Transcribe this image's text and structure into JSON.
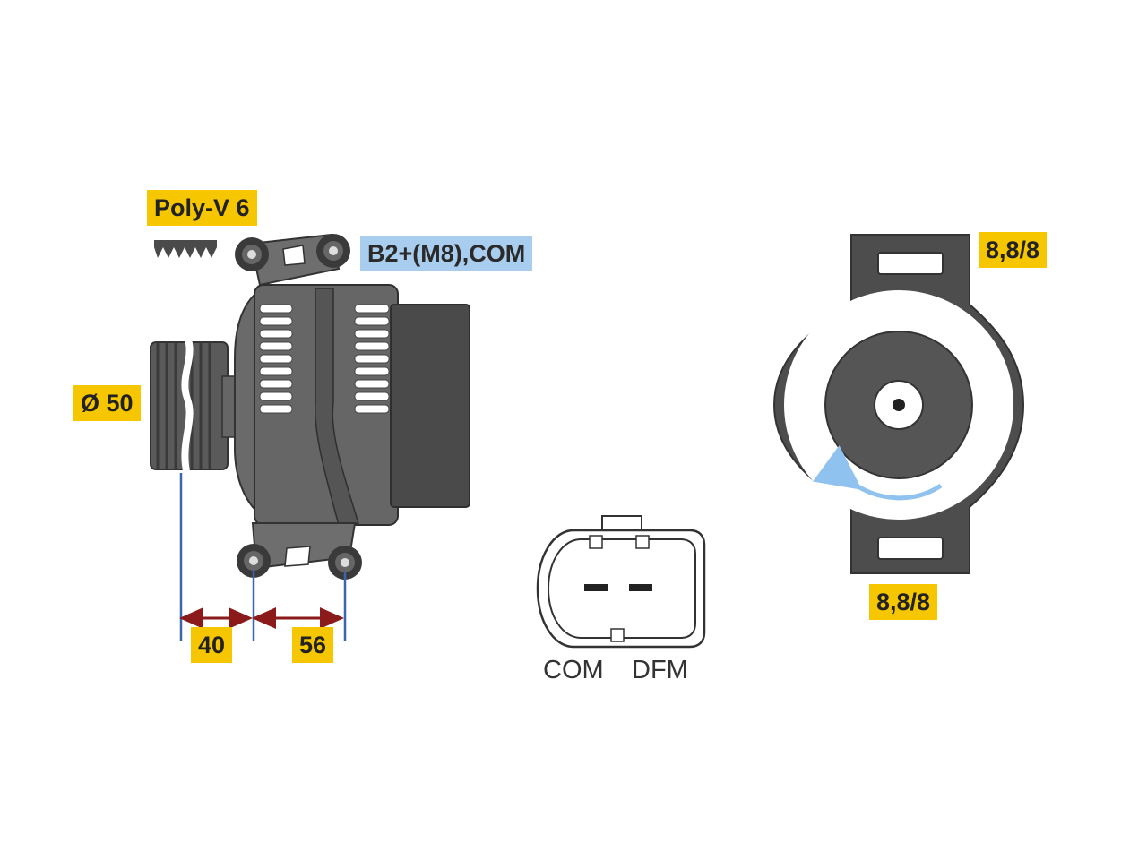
{
  "labels": {
    "belt": "Poly-V 6",
    "terminal": "B2+(M8),COM",
    "pulley_diameter": "Ø 50",
    "dim_left": "40",
    "dim_right": "56",
    "hole_top": "8,8/8",
    "hole_bottom": "8,8/8",
    "pin_com": "COM",
    "pin_dfm": "DFM"
  },
  "colors": {
    "tag_yellow": "#f6c700",
    "tag_blue": "#a9cdee",
    "body_gray": "#5f5f5f",
    "dark_gray": "#4a4a4a",
    "dimension_red": "#8b1a1a",
    "leader_blue": "#3a66b0",
    "rotation_arrow": "#8fc2ee"
  }
}
